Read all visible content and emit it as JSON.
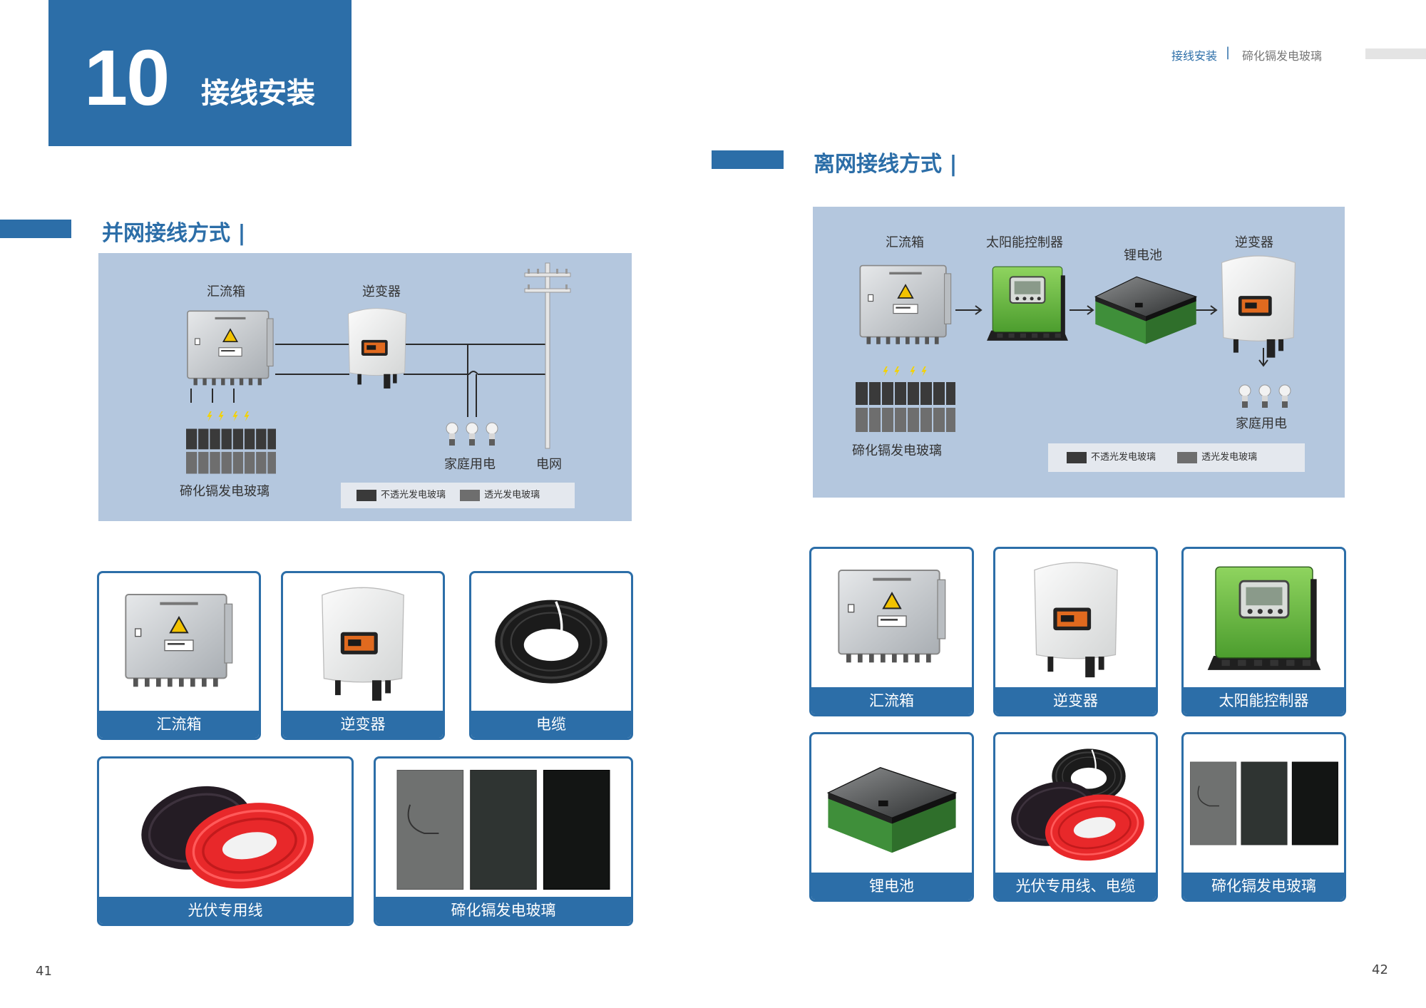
{
  "chapter": {
    "number": "10",
    "title": "接线安装"
  },
  "running_header": {
    "section": "接线安装",
    "separator": "|",
    "product": "碲化镉发电玻璃"
  },
  "grid_section": {
    "title": "并网接线方式",
    "title_bar": "|",
    "diagram_labels": {
      "combiner": "汇流箱",
      "inverter": "逆变器",
      "household": "家庭用电",
      "grid": "电网",
      "glass": "碲化镉发电玻璃"
    },
    "legend": {
      "opaque": "不透光发电玻璃",
      "transparent": "透光发电玻璃"
    },
    "products": [
      "汇流箱",
      "逆变器",
      "电缆",
      "光伏专用线",
      "碲化镉发电玻璃"
    ]
  },
  "offgrid_section": {
    "title": "离网接线方式",
    "title_bar": "|",
    "diagram_labels": {
      "combiner": "汇流箱",
      "controller": "太阳能控制器",
      "battery": "锂电池",
      "inverter": "逆变器",
      "household": "家庭用电",
      "glass": "碲化镉发电玻璃"
    },
    "legend": {
      "opaque": "不透光发电玻璃",
      "transparent": "透光发电玻璃"
    },
    "products": [
      "汇流箱",
      "逆变器",
      "太阳能控制器",
      "锂电池",
      "光伏专用线、电缆",
      "碲化镉发电玻璃"
    ]
  },
  "page_numbers": {
    "left": "41",
    "right": "42"
  },
  "colors": {
    "brand_blue": "#2c6ea8",
    "panel_bg": "#b4c7de",
    "controller_green": "#6cc04a",
    "cable_red": "#e8282a"
  },
  "icons": [
    "combiner-box-icon",
    "inverter-icon",
    "cable-coil-icon",
    "pv-wire-icon",
    "glass-panel-icon",
    "solar-controller-icon",
    "lithium-battery-icon",
    "bulb-icon",
    "utility-pole-icon",
    "lightning-icon"
  ]
}
